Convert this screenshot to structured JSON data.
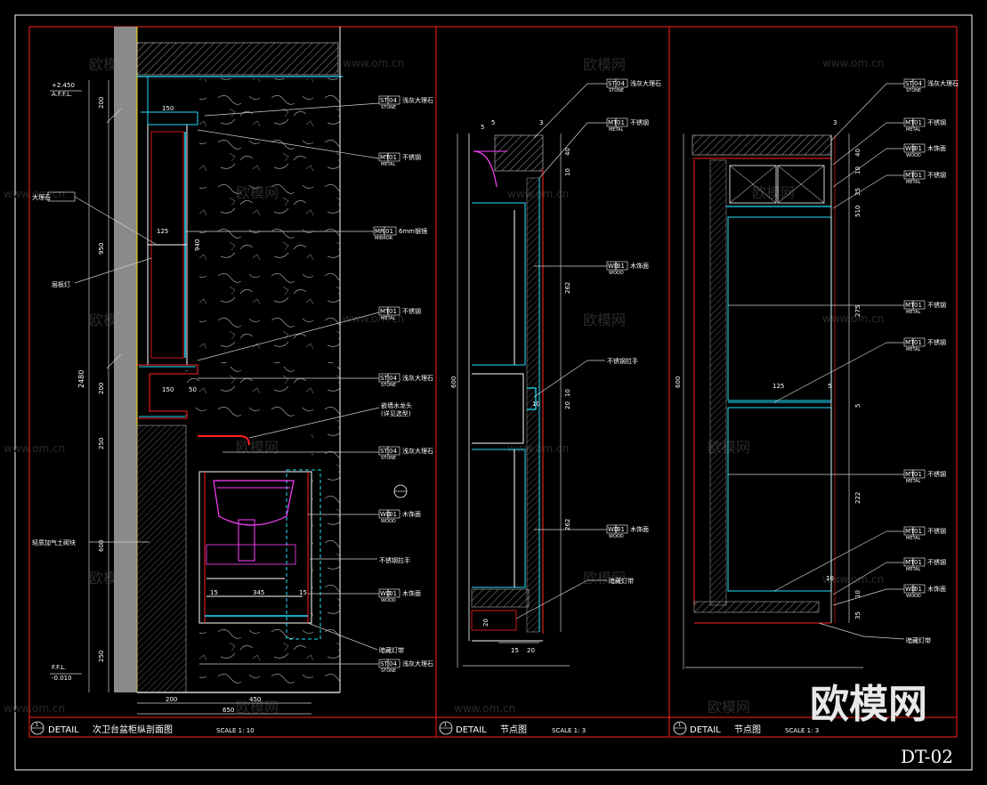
{
  "sheet_number": "DT-02",
  "watermark": {
    "brand": "欧模网",
    "url": "www.om.cn"
  },
  "panels": [
    {
      "title_prefix": "DETAIL",
      "title": "次卫台盆柜纵剖面图",
      "scale": "SCALE 1: 10",
      "marker": "1"
    },
    {
      "title_prefix": "DETAIL",
      "title": "节点图",
      "scale": "SCALE 1: 3",
      "marker": "1"
    },
    {
      "title_prefix": "DETAIL",
      "title": "节点图",
      "scale": "SCALE 1: 3",
      "marker": "1"
    }
  ],
  "section": {
    "level_top": "+2.450",
    "level_top_label": "A.F.F.L.",
    "level_bottom_label": "F.F.L.",
    "level_bottom": "-0.010",
    "left_labels": [
      "大理石",
      "层板灯",
      "轻质加气土砌块"
    ],
    "total_height": "2480",
    "vertical_dims": [
      "200",
      "950",
      "200",
      "250",
      "600",
      "250"
    ],
    "inner_dims": [
      "150",
      "125",
      "940",
      "150",
      "50",
      "15",
      "345",
      "15"
    ],
    "bottom_dims": [
      "200",
      "450",
      "650"
    ],
    "tags": [
      {
        "code": "ST",
        "num": "04",
        "sub": "STONE",
        "desc": "浅灰大理石"
      },
      {
        "code": "MT",
        "num": "01",
        "sub": "METAL",
        "desc": "不锈钢"
      },
      {
        "code": "MR",
        "num": "01",
        "sub": "MIRROR",
        "desc": "6mm银镜"
      },
      {
        "code": "MT",
        "num": "01",
        "sub": "METAL",
        "desc": "不锈钢"
      },
      {
        "code": "ST",
        "num": "04",
        "sub": "STONE",
        "desc": "浅灰大理石"
      },
      {
        "code": "",
        "num": "",
        "sub": "",
        "desc": "嵌墙水龙头"
      },
      {
        "code": "",
        "num": "",
        "sub": "",
        "desc": "(详见选型)"
      },
      {
        "code": "ST",
        "num": "04",
        "sub": "STONE",
        "desc": "浅灰大理石"
      },
      {
        "code": "WD",
        "num": "01",
        "sub": "WOOD",
        "desc": "木饰面"
      },
      {
        "code": "",
        "num": "",
        "sub": "",
        "desc": "不锈钢拉手"
      },
      {
        "code": "WD",
        "num": "01",
        "sub": "WOOD",
        "desc": "木饰面"
      },
      {
        "code": "",
        "num": "",
        "sub": "",
        "desc": "暗藏灯带"
      },
      {
        "code": "ST",
        "num": "04",
        "sub": "STONE",
        "desc": "浅灰大理石"
      }
    ]
  },
  "node1": {
    "tags": [
      {
        "code": "ST",
        "num": "04",
        "sub": "STONE",
        "desc": "浅灰大理石"
      },
      {
        "code": "MT",
        "num": "01",
        "sub": "METAL",
        "desc": "不锈钢"
      },
      {
        "code": "WD",
        "num": "01",
        "sub": "WOOD",
        "desc": "木饰面"
      },
      {
        "code": "",
        "num": "",
        "sub": "",
        "desc": "不锈钢拉手"
      },
      {
        "code": "WD",
        "num": "01",
        "sub": "WOOD",
        "desc": "木饰面"
      },
      {
        "code": "",
        "num": "",
        "sub": "",
        "desc": "暗藏灯带"
      }
    ],
    "dims": [
      "5",
      "5",
      "3",
      "40",
      "10",
      "262",
      "10",
      "20",
      "10",
      "262",
      "600",
      "20",
      "15",
      "20"
    ]
  },
  "node2": {
    "tags": [
      {
        "code": "ST",
        "num": "04",
        "sub": "STONE",
        "desc": "浅灰大理石"
      },
      {
        "code": "MT",
        "num": "01",
        "sub": "METAL",
        "desc": "不锈钢"
      },
      {
        "code": "WD",
        "num": "01",
        "sub": "WOOD",
        "desc": "木饰面"
      },
      {
        "code": "MT",
        "num": "01",
        "sub": "METAL",
        "desc": "不锈钢"
      },
      {
        "code": "MT",
        "num": "01",
        "sub": "METAL",
        "desc": "不锈钢"
      },
      {
        "code": "MT",
        "num": "01",
        "sub": "METAL",
        "desc": "不锈钢"
      },
      {
        "code": "MT",
        "num": "01",
        "sub": "METAL",
        "desc": "不锈钢"
      },
      {
        "code": "MT",
        "num": "01",
        "sub": "METAL",
        "desc": "不锈钢"
      },
      {
        "code": "MT",
        "num": "01",
        "sub": "METAL",
        "desc": "不锈钢"
      },
      {
        "code": "WD",
        "num": "01",
        "sub": "WOOD",
        "desc": "木饰面"
      },
      {
        "code": "",
        "num": "",
        "sub": "",
        "desc": "暗藏灯带"
      }
    ],
    "dims": [
      "3",
      "40",
      "10",
      "35",
      "510",
      "275",
      "125",
      "5",
      "5",
      "222",
      "600",
      "10",
      "10",
      "35"
    ]
  },
  "colors": {
    "frame": "#ff2020",
    "line": "#ffffff",
    "cyan": "#22e0ff",
    "magenta": "#ff40ff",
    "background": "#000000"
  }
}
